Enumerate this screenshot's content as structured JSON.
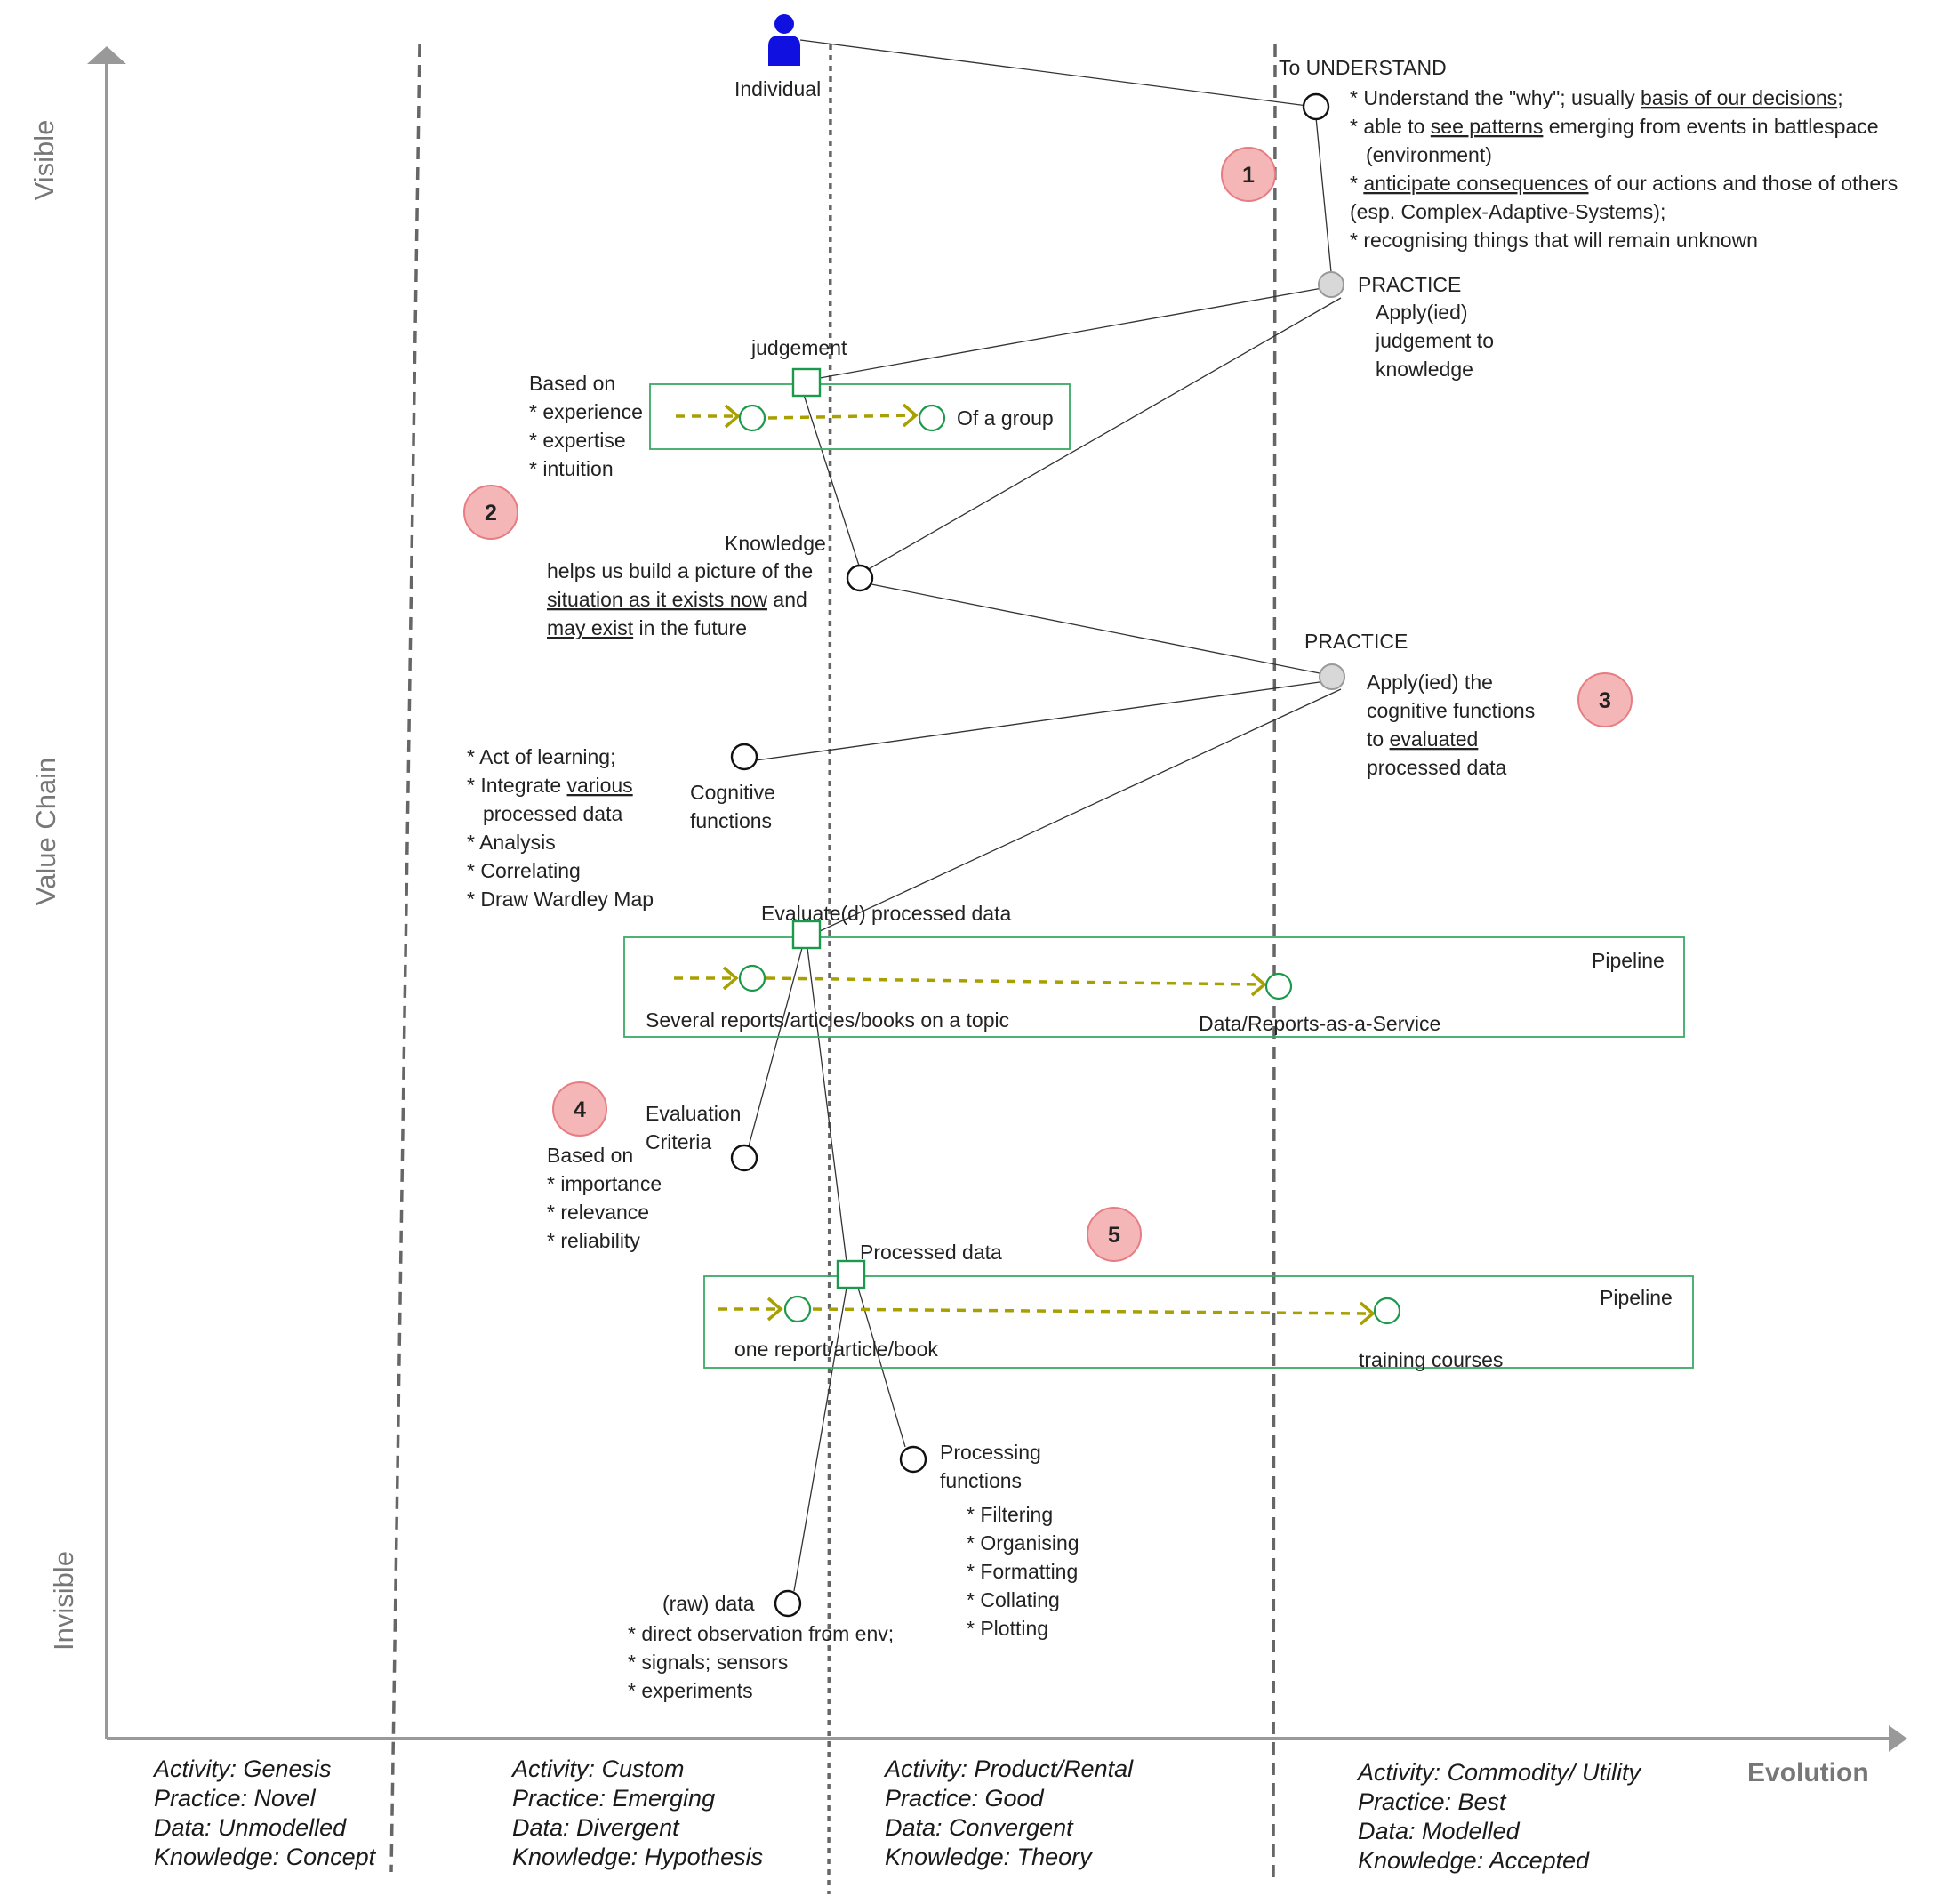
{
  "axes": {
    "y_top": "Visible",
    "y_middle": "Value Chain",
    "y_bottom": "Invisible",
    "x": "Evolution"
  },
  "stages": [
    {
      "activity": "Activity: Genesis",
      "practice": "Practice: Novel",
      "data": "Data: Unmodelled",
      "knowledge": "Knowledge: Concept"
    },
    {
      "activity": "Activity: Custom",
      "practice": "Practice: Emerging",
      "data": "Data: Divergent",
      "knowledge": "Knowledge: Hypothesis"
    },
    {
      "activity": "Activity: Product/Rental",
      "practice": "Practice: Good",
      "data": "Data: Convergent",
      "knowledge": "Knowledge: Theory"
    },
    {
      "activity": "Activity: Commodity/ Utility",
      "practice": "Practice: Best",
      "data": "Data: Modelled",
      "knowledge": "Knowledge: Accepted"
    }
  ],
  "badges": [
    "1",
    "2",
    "3",
    "4",
    "5"
  ],
  "nodes": {
    "individual": "Individual",
    "understand": {
      "title": "To UNDERSTAND",
      "l1_a": "* Understand the \"why\";  usually ",
      "l1_u": "basis of our decisions",
      "l1_b": ";",
      "l2_a": "* able to ",
      "l2_u": "see patterns",
      "l2_b": " emerging from events in battlespace",
      "l3": "(environment)",
      "l4_a": "* ",
      "l4_u": "anticipate consequences",
      "l4_b": " of our actions and those of others",
      "l5": "(esp. Complex-Adaptive-Systems);",
      "l6": "* recognising things that will remain unknown"
    },
    "practice1": {
      "title": "PRACTICE",
      "l1": "Apply(ied)",
      "l2": "judgement to",
      "l3": "knowledge"
    },
    "judgement": {
      "title": "judgement",
      "group": "Of a group",
      "based": [
        "Based on",
        "* experience",
        "* expertise",
        "* intuition"
      ]
    },
    "knowledge": {
      "title": "Knowledge",
      "l1": "helps us build a picture of the",
      "l2_u": "situation as it exists now",
      "l2_b": " and",
      "l3_u": "may exist",
      "l3_b": " in the future"
    },
    "practice2": {
      "title": "PRACTICE",
      "l1": "Apply(ied) the",
      "l2": "cognitive functions",
      "l3_a": "to ",
      "l3_u": "evaluated",
      "l4": "processed data"
    },
    "cognitive": {
      "title1": "Cognitive",
      "title2": "functions",
      "l1": "* Act of learning;",
      "l2_a": "* Integrate ",
      "l2_u": "various",
      "l3": "processed data",
      "l4": "* Analysis",
      "l5": "* Correlating",
      "l6": "* Draw Wardley Map"
    },
    "evaluated": {
      "title": "Evaluate(d) processed data",
      "pipeline": "Pipeline",
      "left": "Several reports/articles/books on a topic",
      "right": "Data/Reports-as-a-Service"
    },
    "criteria": {
      "title1": "Evaluation",
      "title2": "Criteria",
      "based": [
        "Based on",
        "* importance",
        "* relevance",
        "* reliability"
      ]
    },
    "processed": {
      "title": "Processed data",
      "pipeline": "Pipeline",
      "left": "one report/article/book",
      "right": "training courses"
    },
    "processing": {
      "title1": "Processing",
      "title2": "functions",
      "items": [
        "* Filtering",
        "* Organising",
        "* Formatting",
        "* Collating",
        "* Plotting"
      ]
    },
    "raw": {
      "title": "(raw) data",
      "items": [
        "* direct observation from env;",
        "* signals; sensors",
        "* experiments"
      ]
    }
  }
}
